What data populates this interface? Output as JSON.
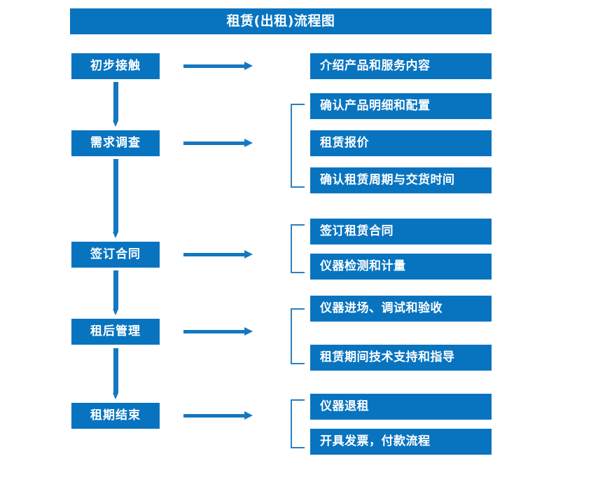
{
  "colors": {
    "box_blue": "#0874c0",
    "arrow_blue": "#1577bf",
    "bracket_blue": "#2f7fbe",
    "text_white": "#ffffff",
    "background": "#ffffff"
  },
  "header": {
    "title": "租赁(出租)流程图"
  },
  "flow": {
    "stages": [
      {
        "label": "初步接触"
      },
      {
        "label": "需求调查"
      },
      {
        "label": "签订合同"
      },
      {
        "label": "租后管理"
      },
      {
        "label": "租期结束"
      }
    ],
    "details": [
      {
        "label": "介绍产品和服务内容"
      },
      {
        "label": "确认产品明细和配置"
      },
      {
        "label": "租赁报价"
      },
      {
        "label": "确认租赁周期与交货时间"
      },
      {
        "label": "签订租赁合同"
      },
      {
        "label": "仪器检测和计量"
      },
      {
        "label": "仪器进场、调试和验收"
      },
      {
        "label": "租赁期间技术支持和指导"
      },
      {
        "label": "仪器退租"
      },
      {
        "label": "开具发票，付款流程"
      }
    ]
  }
}
